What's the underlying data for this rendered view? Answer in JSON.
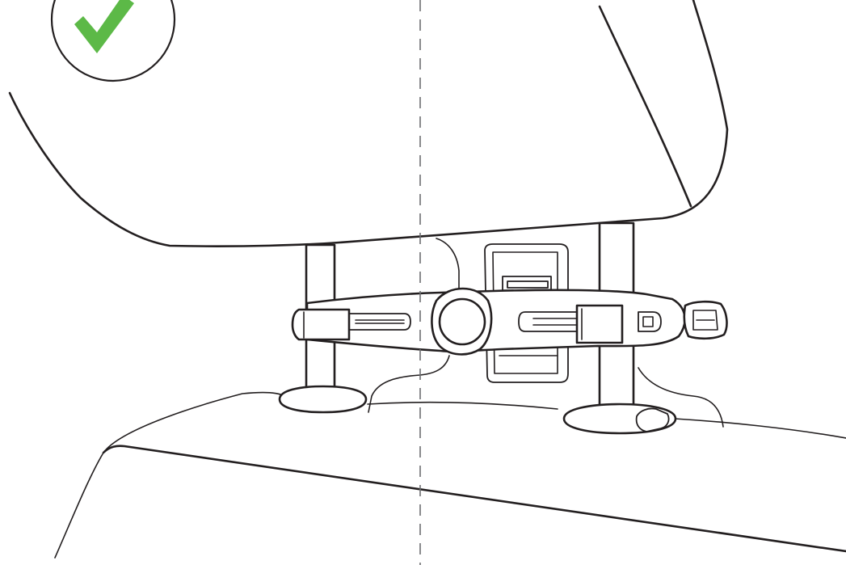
{
  "diagram": {
    "subject": "headrest-tablet-mount",
    "status": "correct",
    "colors": {
      "line": "#231f20",
      "guide": "#6d6e71",
      "check": "#5cb947",
      "background": "#ffffff"
    },
    "icons": [
      "checkmark-icon",
      "center-guide-line"
    ]
  }
}
